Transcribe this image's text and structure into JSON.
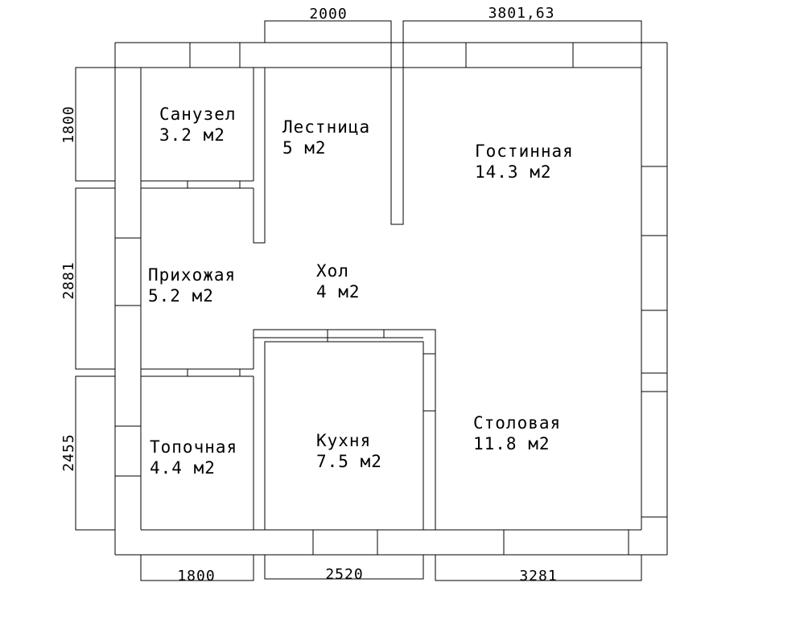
{
  "rooms": {
    "sanuzel": {
      "name": "Санузел",
      "area": "3.2  м2"
    },
    "lestnitsa": {
      "name": "Лестница",
      "area": "5  м2"
    },
    "gostinnaya": {
      "name": "Гостинная",
      "area": "14.3  м2"
    },
    "prikhozhaya": {
      "name": "Прихожая",
      "area": "5.2  м2"
    },
    "khol": {
      "name": "Хол",
      "area": "4  м2"
    },
    "topochnaya": {
      "name": "Топочная",
      "area": "4.4  м2"
    },
    "kukhnya": {
      "name": "Кухня",
      "area": "7.5  м2"
    },
    "stolovaya": {
      "name": "Столовая",
      "area": "11.8  м2"
    }
  },
  "dimensions": {
    "top": [
      "2000",
      "3801,63"
    ],
    "left": [
      "1800",
      "2881",
      "2455"
    ],
    "bottom": [
      "1800",
      "2520",
      "3281"
    ]
  }
}
